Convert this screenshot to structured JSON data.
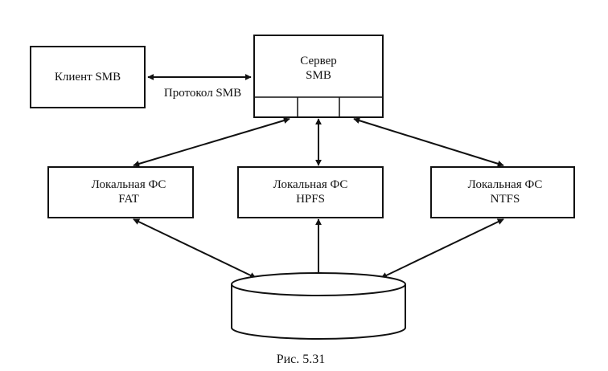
{
  "diagram": {
    "client": {
      "label": "Клиент SMB"
    },
    "server": {
      "line1": "Сервер",
      "line2": "SMB"
    },
    "protocol": {
      "label": "Протокол SMB"
    },
    "fs_fat": {
      "line1": "Локальная ФС",
      "line2": "FAT"
    },
    "fs_hpfs": {
      "line1": "Локальная ФС",
      "line2": "HPFS"
    },
    "fs_ntfs": {
      "line1": "Локальная ФС",
      "line2": "NTFS"
    }
  },
  "caption": "Рис. 5.31",
  "colors": {
    "ink": "#111111",
    "paper": "#ffffff",
    "bleed_text": "#c8c8c8"
  }
}
